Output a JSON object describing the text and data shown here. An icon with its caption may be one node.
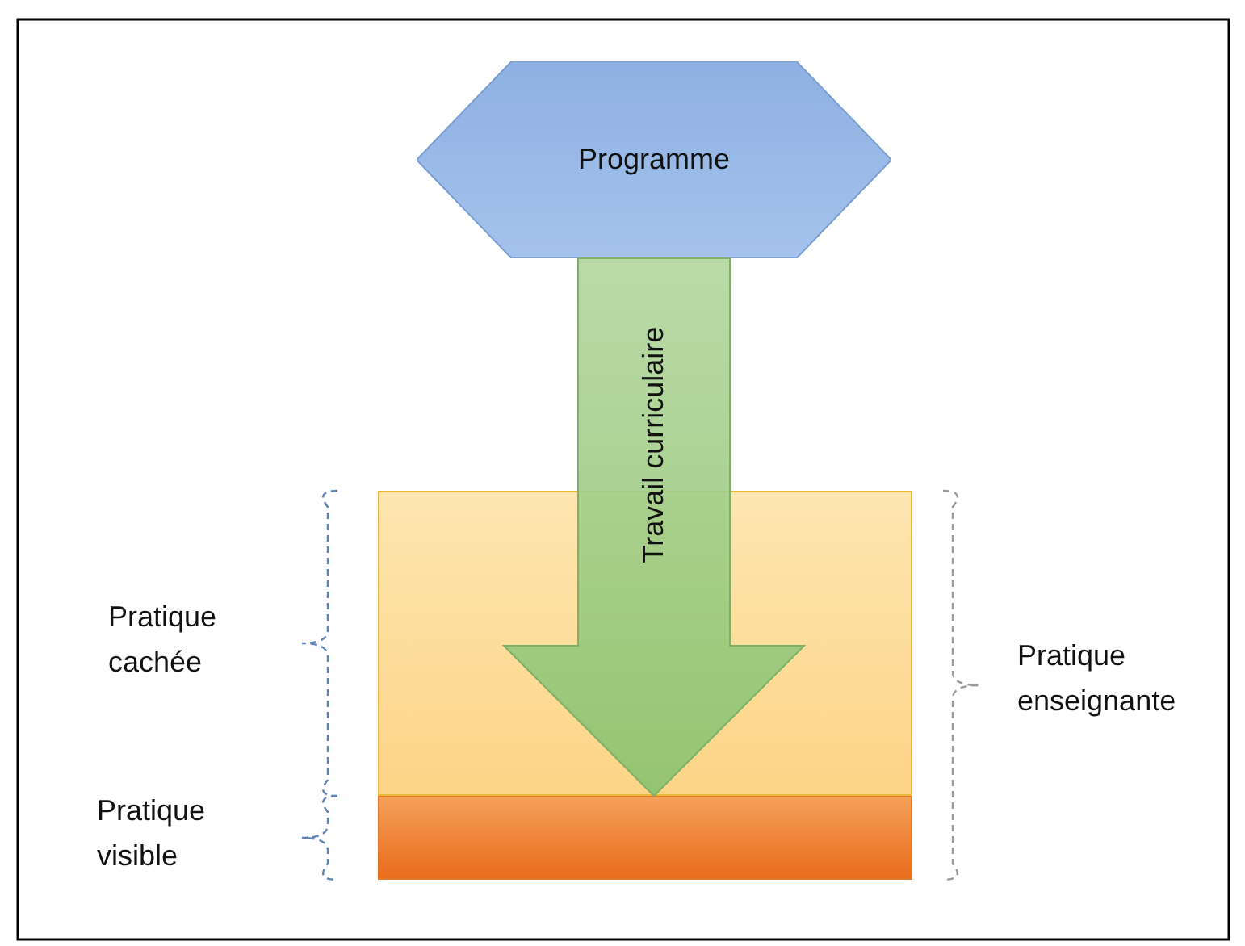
{
  "diagram": {
    "nodes": [
      {
        "text": [
          "Programme"
        ]
      },
      {
        "text": [],
        "shape": "box"
      },
      {
        "text": [],
        "shape": "box"
      }
    ],
    "edges": [
      {
        "from": 0,
        "to": 1,
        "arrow": "to",
        "label": "Travail curriculaire",
        "style": "thick"
      }
    ],
    "labels": [
      "Pratique cachée",
      "Pratique visible",
      "Pratique enseignante"
    ]
  }
}
